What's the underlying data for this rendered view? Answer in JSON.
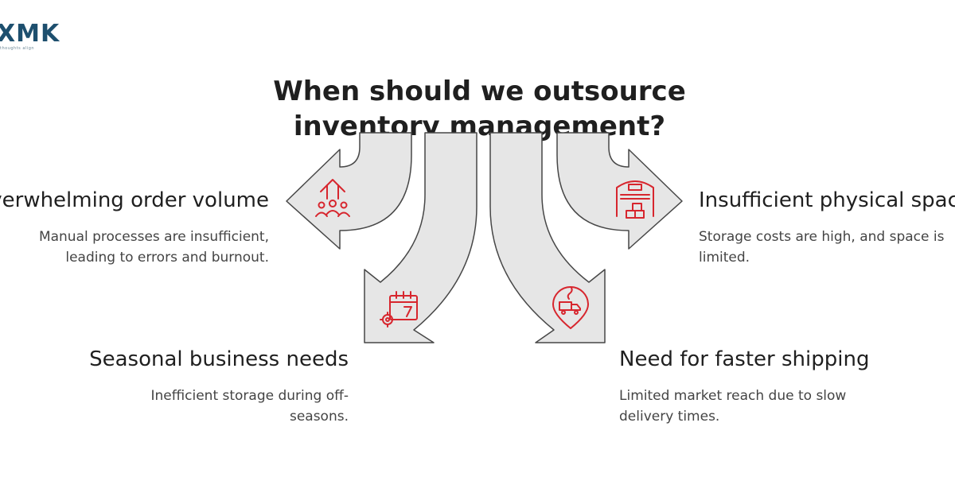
{
  "logo": {
    "text": "XMK",
    "tagline": "thoughts align"
  },
  "title": "When should we outsource inventory management?",
  "colors": {
    "arrow_fill": "#e6e6e6",
    "arrow_stroke": "#474747",
    "icon": "#d7262e",
    "text": "#1f1f1f"
  },
  "items": [
    {
      "heading": "Overwhelming order volume",
      "description": "Manual processes are insufficient, leading to errors and burnout.",
      "icon": "crowd-growth-icon"
    },
    {
      "heading": "Seasonal business needs",
      "description": "Inefficient storage during off-seasons.",
      "icon": "calendar-gear-icon"
    },
    {
      "heading": "Need for faster shipping",
      "description": "Limited market reach due to slow delivery times.",
      "icon": "delivery-location-icon"
    },
    {
      "heading": "Insufficient physical space",
      "description": "Storage costs are high, and space is limited.",
      "icon": "warehouse-boxes-icon"
    }
  ]
}
